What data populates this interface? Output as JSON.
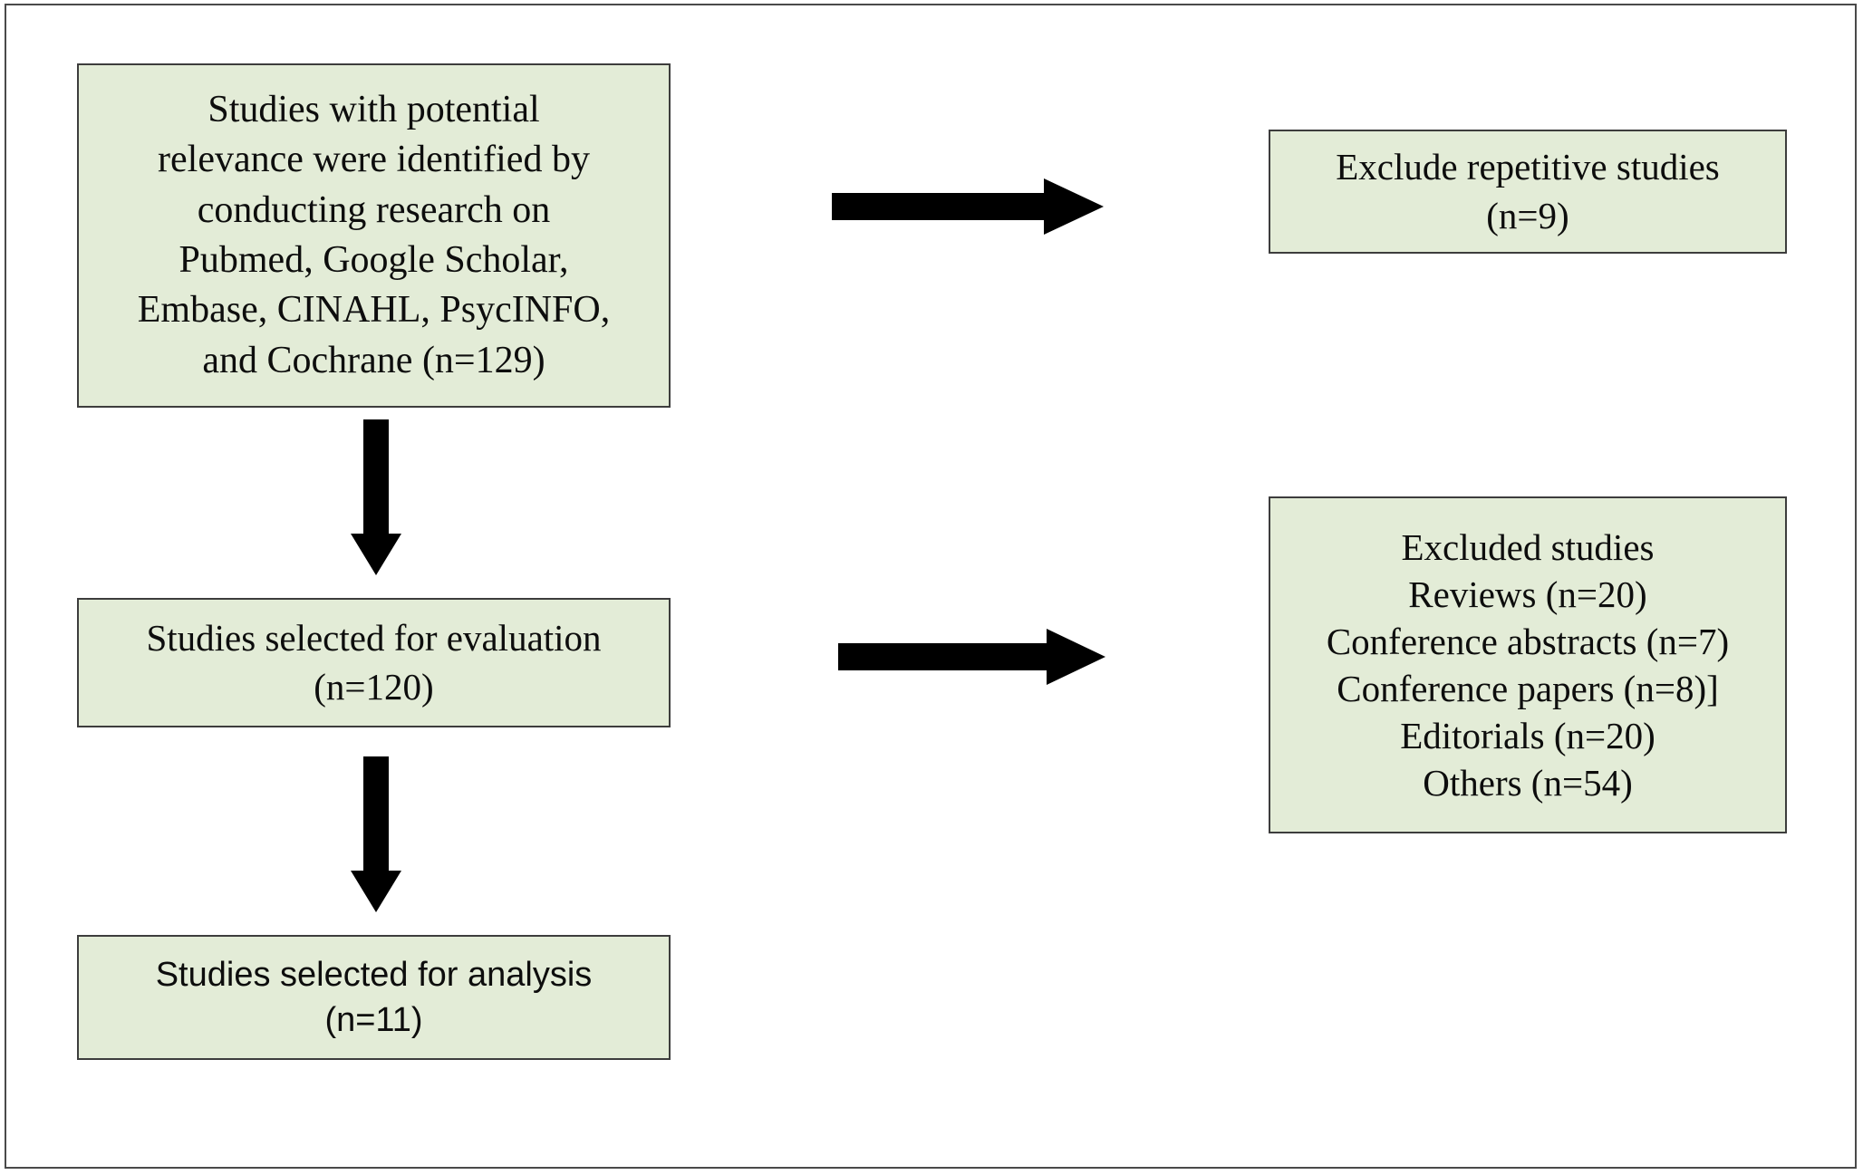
{
  "figure": {
    "type": "prisma-study-selection-flowchart",
    "frame_color": "#4a4a4a",
    "box_fill": "#e3ecd7",
    "box_border": "#3d3d3d",
    "arrow_color": "#000000"
  },
  "nodes": {
    "identification": {
      "lines": [
        "Studies with potential",
        "relevance were identified by",
        "conducting research on",
        "Pubmed, Google Scholar,",
        "Embase, CINAHL, PsycINFO,",
        "and Cochrane (n=129)"
      ],
      "count": 129
    },
    "exclude_repetitive": {
      "lines": [
        "Exclude repetitive studies",
        "(n=9)"
      ],
      "count": 9
    },
    "selected_evaluation": {
      "lines": [
        "Studies selected for evaluation",
        "(n=120)"
      ],
      "count": 120
    },
    "excluded_studies": {
      "lines": [
        "Excluded studies",
        "Reviews (n=20)",
        "Conference abstracts (n=7)",
        "Conference papers (n=8)]",
        "Editorials (n=20)",
        "Others (n=54)"
      ],
      "counts": {
        "reviews": 20,
        "conference_abstracts": 7,
        "conference_papers": 8,
        "editorials": 20,
        "others": 54
      }
    },
    "selected_analysis": {
      "lines": [
        "Studies selected for analysis",
        "(n=11)"
      ],
      "count": 11
    }
  },
  "arrows": [
    {
      "name": "identification-to-exclude",
      "direction": "right"
    },
    {
      "name": "evaluation-to-excluded",
      "direction": "right"
    },
    {
      "name": "identification-to-evaluation",
      "direction": "down"
    },
    {
      "name": "evaluation-to-analysis",
      "direction": "down"
    }
  ]
}
